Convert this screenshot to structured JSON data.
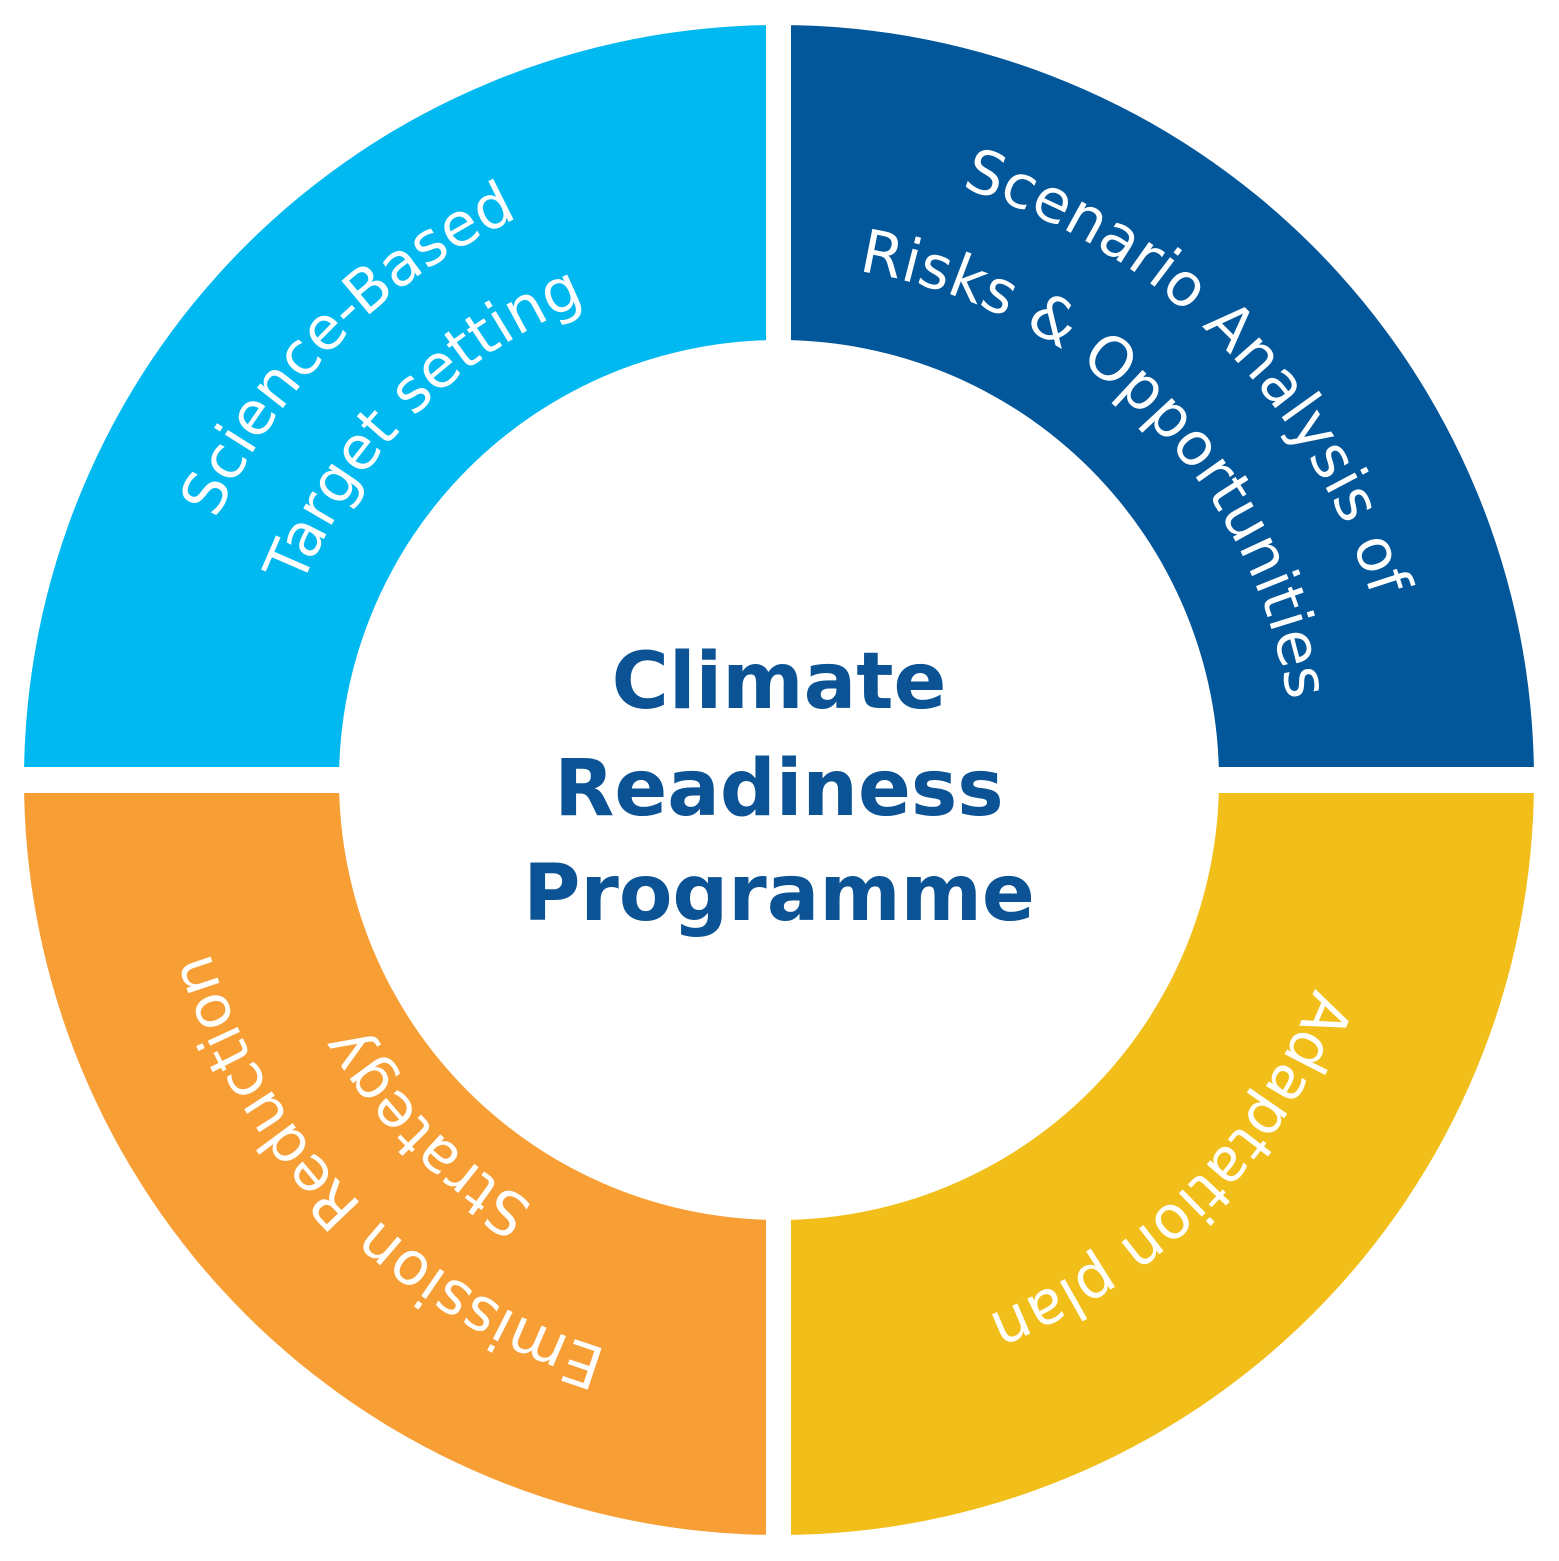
{
  "center": {
    "lines": [
      "Climate",
      "Readiness",
      "Programme"
    ],
    "color": "#0B5394"
  },
  "segments": [
    {
      "id": "science-based-target-setting",
      "color": "#00B9F1",
      "lines": [
        "Science-Based",
        "Target setting"
      ]
    },
    {
      "id": "scenario-analysis",
      "color": "#02569A",
      "lines": [
        "Scenario Analysis of",
        "Risks & Opportunities"
      ]
    },
    {
      "id": "adaptation-plan",
      "color": "#F2BE1A",
      "lines": [
        "Adaptation plan"
      ]
    },
    {
      "id": "emission-reduction-strategy",
      "color": "#F79E35",
      "lines": [
        "Emission Reduction",
        "Strategy"
      ]
    }
  ]
}
